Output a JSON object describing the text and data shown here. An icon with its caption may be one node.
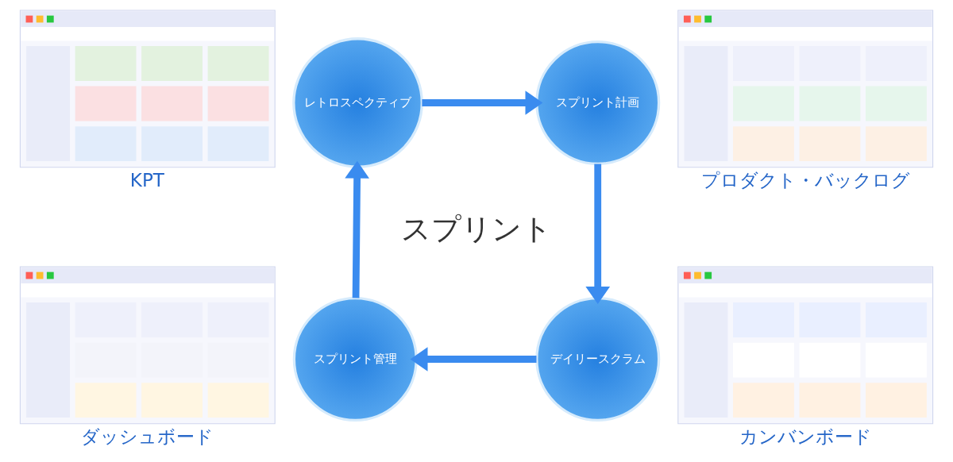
{
  "diagram": {
    "nodes": [
      {
        "text": [],
        "shape": "picture",
        "beside": [
          "KPT"
        ]
      },
      {
        "text": [
          "レトロスペクティブ"
        ]
      },
      {
        "text": [
          "スプリント計画"
        ]
      },
      {
        "text": [],
        "shape": "picture",
        "beside": [
          "プロダクト・バックログ"
        ]
      },
      {
        "text": [],
        "shape": "picture",
        "beside": [
          "ダッシュボード"
        ]
      },
      {
        "text": [
          "スプリント管理"
        ]
      },
      {
        "text": [
          "デイリースクラム"
        ]
      },
      {
        "text": [],
        "shape": "picture",
        "beside": [
          "カンバンボード"
        ]
      }
    ],
    "edges": [
      {
        "from": 1,
        "to": 2,
        "arrow": "to"
      },
      {
        "from": 2,
        "to": 6,
        "arrow": "to"
      },
      {
        "from": 6,
        "to": 5,
        "arrow": "to"
      },
      {
        "from": 5,
        "to": 1,
        "arrow": "to"
      }
    ],
    "labels": [
      "スプリント"
    ]
  }
}
